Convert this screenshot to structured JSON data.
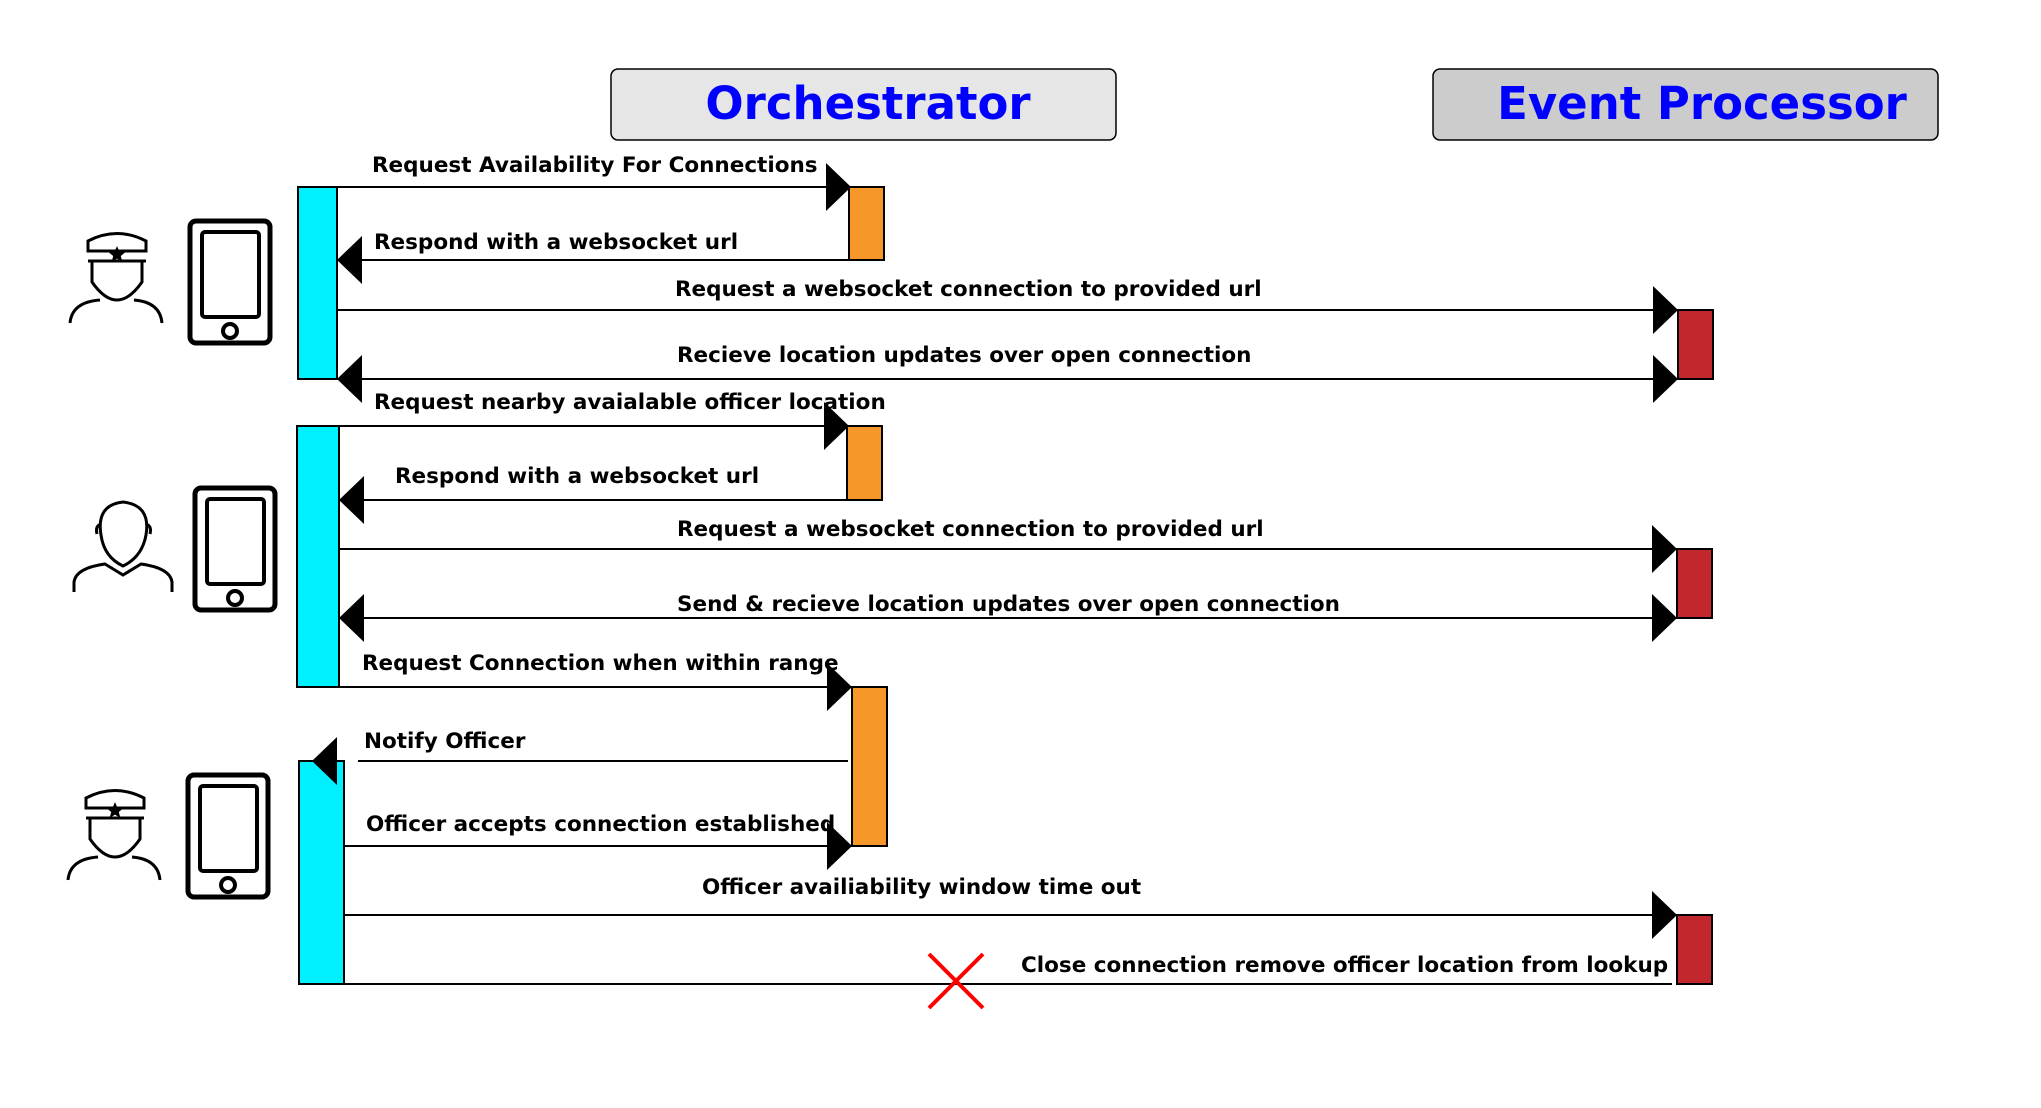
{
  "participants": {
    "orchestrator": {
      "label": "Orchestrator",
      "box_color": "#e6e6e6"
    },
    "event_processor": {
      "label": "Event Processor",
      "box_color": "#cccccc"
    }
  },
  "colors": {
    "title_text": "#0000ff",
    "client_activation": "#00f0ff",
    "orchestrator_activation": "#f6972a",
    "event_processor_activation": "#c1272d",
    "cancel_mark": "#ff0000",
    "line": "#000000"
  },
  "actors": [
    {
      "icon": "police-officer-icon",
      "device": "smartphone-icon"
    },
    {
      "icon": "user-icon",
      "device": "smartphone-icon"
    },
    {
      "icon": "police-officer-icon",
      "device": "smartphone-icon"
    }
  ],
  "messages": [
    {
      "label": "Request Availability For Connections",
      "from": "client",
      "to": "orchestrator"
    },
    {
      "label": "Respond with a websocket url",
      "from": "orchestrator",
      "to": "client"
    },
    {
      "label": "Request a websocket connection to provided url",
      "from": "client",
      "to": "event_processor"
    },
    {
      "label": "Recieve location updates over open connection",
      "from": "event_processor",
      "to": "client",
      "bidirectional": true
    },
    {
      "label": "Request nearby avaialable officer location",
      "from": "client",
      "to": "orchestrator"
    },
    {
      "label": "Respond with a websocket url",
      "from": "orchestrator",
      "to": "client"
    },
    {
      "label": "Request a websocket connection to provided url",
      "from": "client",
      "to": "event_processor"
    },
    {
      "label": "Send & recieve location updates over open connection",
      "from": "client",
      "to": "event_processor",
      "bidirectional": true
    },
    {
      "label": "Request Connection when within range",
      "from": "client",
      "to": "orchestrator"
    },
    {
      "label": "Notify Officer",
      "from": "orchestrator",
      "to": "client"
    },
    {
      "label": "Officer accepts connection established",
      "from": "client",
      "to": "orchestrator"
    },
    {
      "label": "Officer availiability window time out",
      "from": "client",
      "to": "event_processor"
    },
    {
      "label": "Close connection remove officer location from lookup",
      "from": "event_processor",
      "to": "client",
      "cancelled": true
    }
  ]
}
